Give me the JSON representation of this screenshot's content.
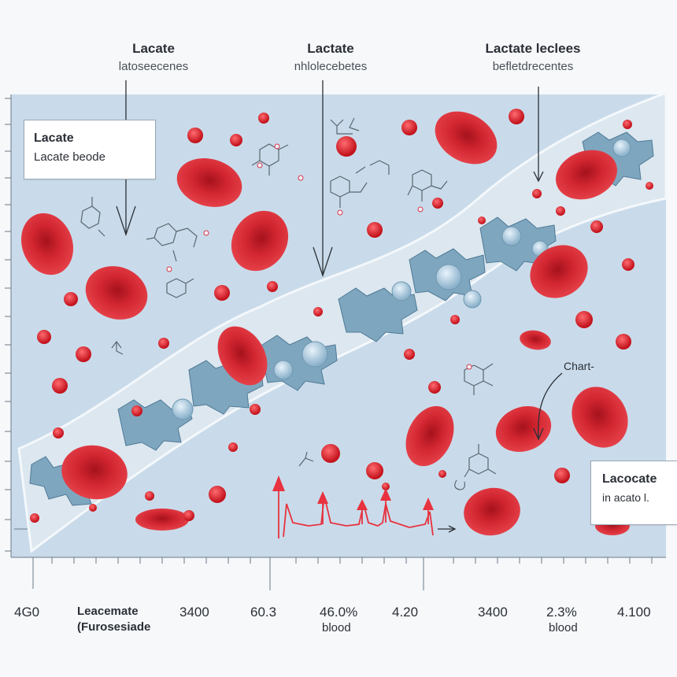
{
  "top_labels": [
    {
      "title": "Lacate",
      "subtitle": "latoseecenes"
    },
    {
      "title": "Lactate",
      "subtitle": "nhlolecebetes"
    },
    {
      "title": "Lactate leclees",
      "subtitle": "befletdrecentes"
    }
  ],
  "box_left": {
    "line1": "Lacate",
    "line2": "Lacate beode"
  },
  "box_right": {
    "line1": "Lacocate",
    "line2": "in acato l."
  },
  "chart_label": "Chart-",
  "bottom_axis": {
    "t1": "4G0",
    "t2_line1": "Leacemate",
    "t2_line2": "(Furosesiade",
    "t3": "3400",
    "t4": "60.3",
    "t5": "46.0%",
    "t5_sub": "blood",
    "t6": "4.20",
    "t7": "3400",
    "t8": "2.3%",
    "t8_sub": "blood",
    "t9": "4.100"
  },
  "colors": {
    "panel": "#c9dbea",
    "band": "#dce7f0",
    "rbc": "#d62b35",
    "rbc_dark": "#a3121d",
    "cell": "#7fa6bf",
    "arrow": "#e8323f"
  }
}
